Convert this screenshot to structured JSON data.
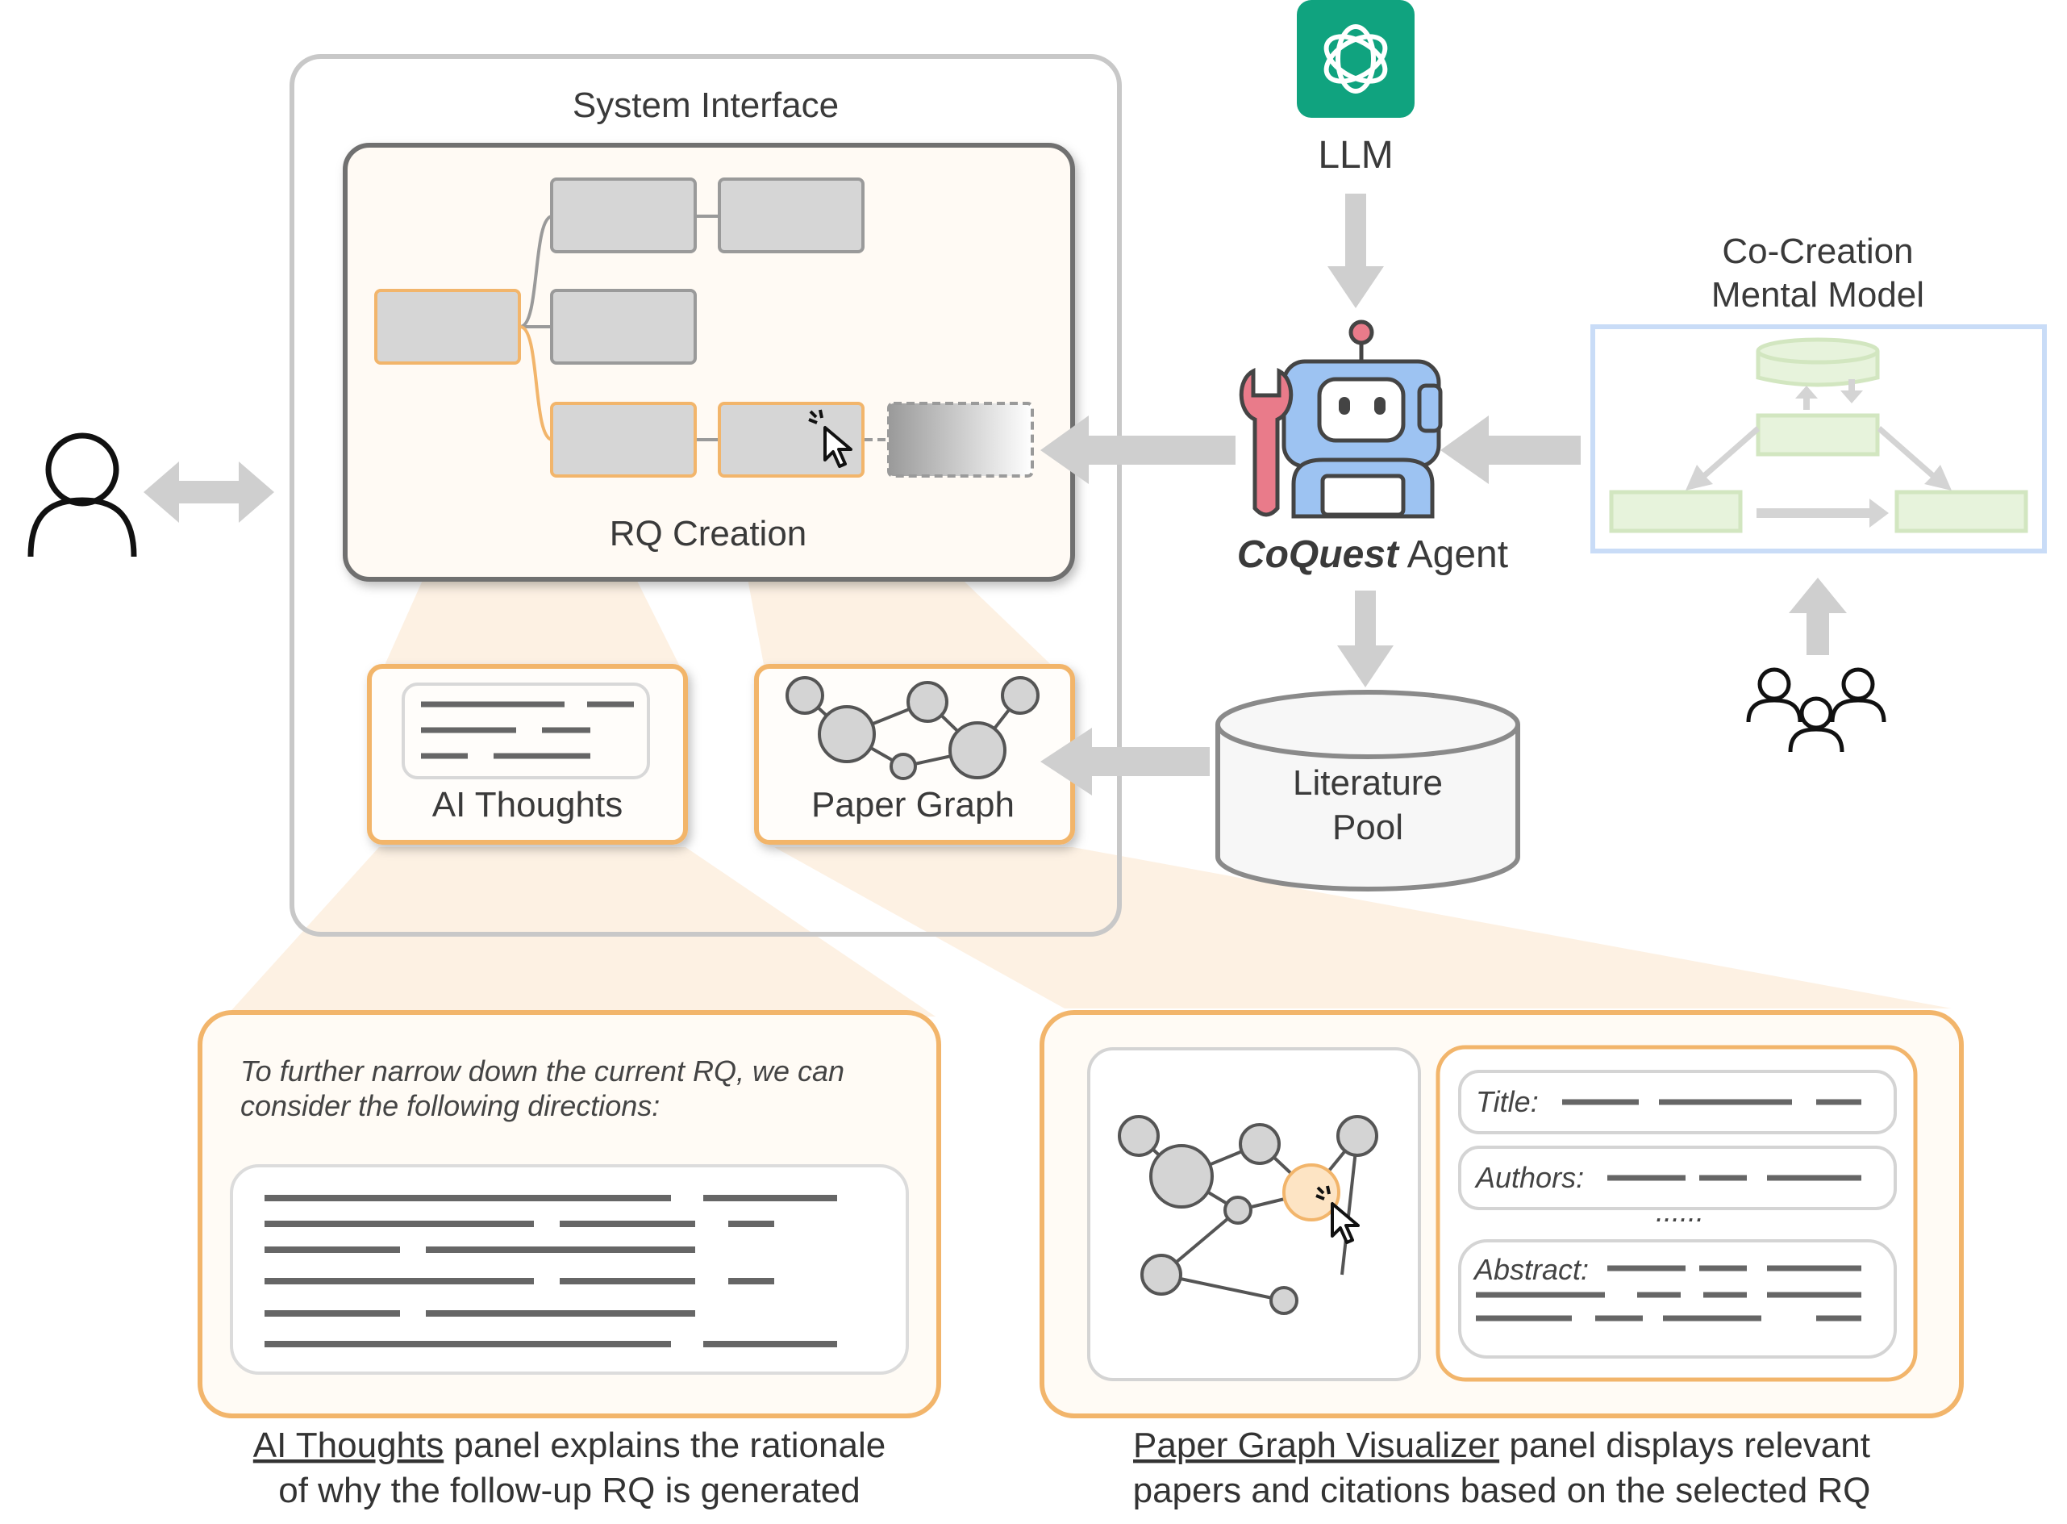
{
  "system_interface": {
    "title": "System Interface",
    "rq_creation": "RQ Creation"
  },
  "panels": {
    "ai_thoughts": "AI Thoughts",
    "paper_graph": "Paper Graph"
  },
  "llm": {
    "label": "LLM"
  },
  "agent": {
    "name": "CoQuest",
    "suffix": " Agent"
  },
  "mental_model": {
    "line1": "Co-Creation",
    "line2": "Mental Model"
  },
  "literature_pool": {
    "line1": "Literature",
    "line2": "Pool"
  },
  "ai_thoughts_detail": {
    "line1": "To further narrow down the current RQ, we can",
    "line2": "consider the following directions:"
  },
  "paper_detail": {
    "title_label": "Title:",
    "authors_label": "Authors:",
    "ellipsis": "......",
    "abstract_label": "Abstract:"
  },
  "captions": {
    "left_underlined": "AI Thoughts",
    "left_rest": " panel explains the rationale",
    "left_line2": "of why the follow-up RQ is generated",
    "right_underlined": "Paper Graph Visualizer",
    "right_rest": " panel displays relevant",
    "right_line2": "papers and citations based on the selected RQ"
  },
  "colors": {
    "orange": "#f2b56b",
    "orange_fill": "#fdf3e6",
    "gray_box": "#d6d6d6",
    "arrow": "#cfcfcf",
    "llm_green": "#10a37f",
    "mental_blue": "#c9dcf7",
    "mental_green": "#e7f3dc",
    "robot_blue": "#9dc3f2",
    "robot_pink": "#e97b8a"
  }
}
